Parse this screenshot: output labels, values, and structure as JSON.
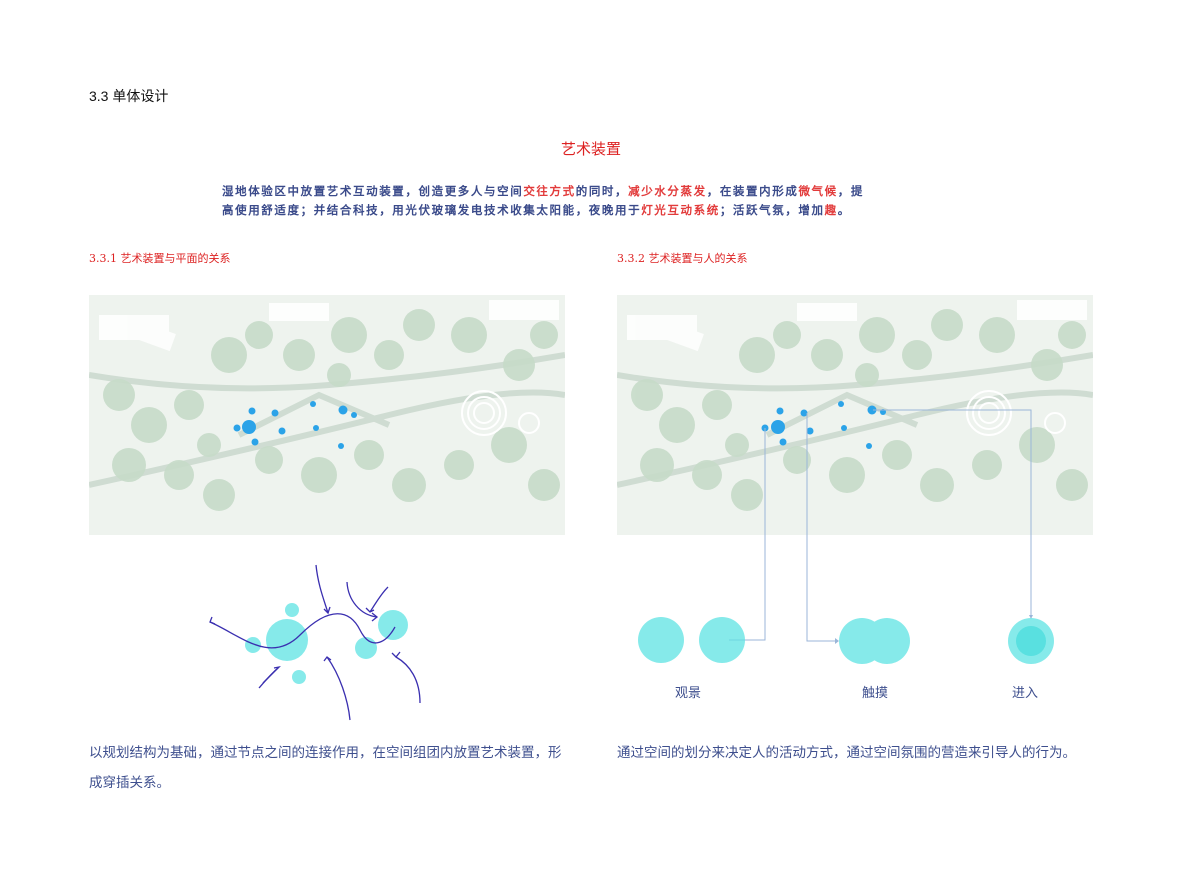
{
  "section_heading": "3.3 单体设计",
  "title": "艺术装置",
  "intro": {
    "line1": [
      {
        "text": "湿地体验区中放置艺术互动装置，创造更多人与空间",
        "highlight": false
      },
      {
        "text": "交往方式",
        "highlight": true
      },
      {
        "text": "的同时，",
        "highlight": false
      },
      {
        "text": "减少水分蒸发",
        "highlight": true
      },
      {
        "text": "，在装置内形成",
        "highlight": false
      },
      {
        "text": "微气候",
        "highlight": true
      },
      {
        "text": "，提",
        "highlight": false
      }
    ],
    "line2": [
      {
        "text": "高使用舒适度；并结合科技，用光伏玻璃发电技术收集太阳能，夜晚用于",
        "highlight": false
      },
      {
        "text": "灯光互动系统",
        "highlight": true
      },
      {
        "text": "；活跃气氛，增加",
        "highlight": false
      },
      {
        "text": "趣",
        "highlight": true
      },
      {
        "text": "。",
        "highlight": false
      }
    ]
  },
  "left": {
    "subtitle": "3.3.1 艺术装置与平面的关系",
    "caption": "以规划结构为基础，通过节点之间的连接作用，在空间组团内放置艺术装置，形成穿插关系。"
  },
  "right": {
    "subtitle": "3.3.2 艺术装置与人的关系",
    "caption": "通过空间的划分来决定人的活动方式，通过空间氛围的营造来引导人的行为。",
    "labels": {
      "view": "观景",
      "touch": "触摸",
      "enter": "进入"
    }
  },
  "colors": {
    "accent_red": "#e23b3b",
    "text_blue": "#3e4f8e",
    "dot_blue": "#2ba3e8",
    "cyan": "#5ee3e3",
    "arrow_purple": "#3a2fb0"
  }
}
